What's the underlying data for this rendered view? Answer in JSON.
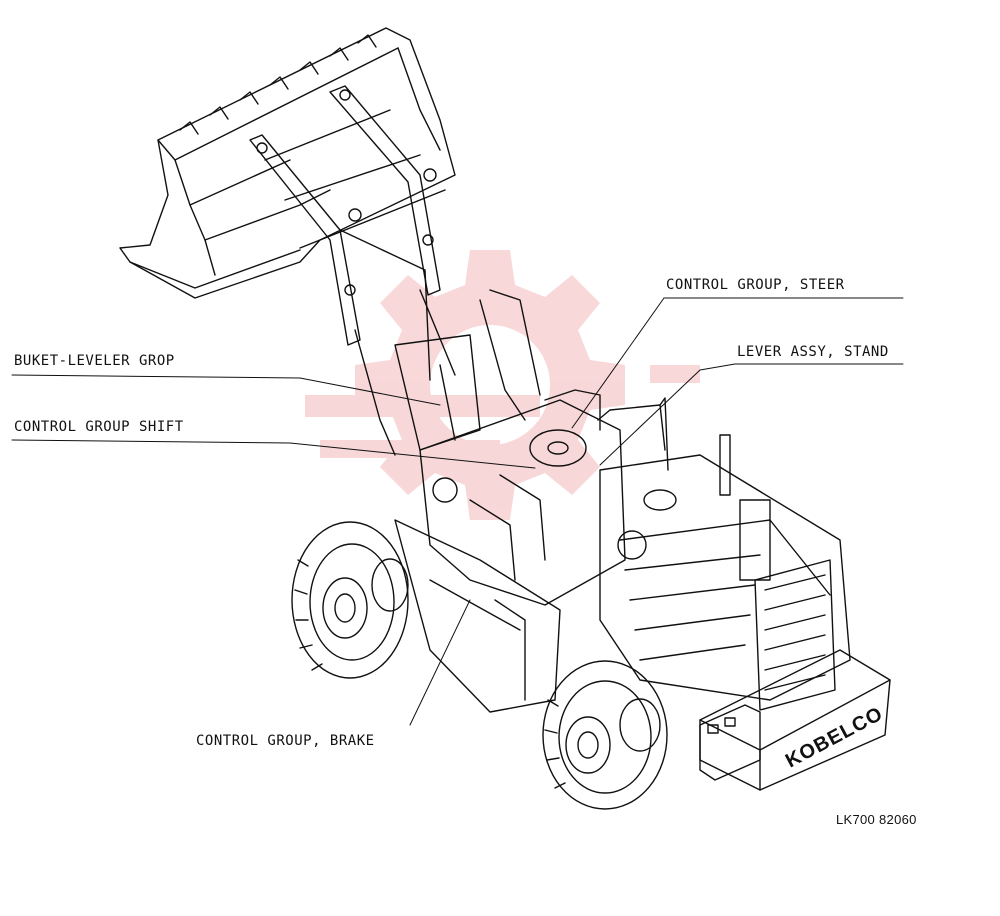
{
  "diagram": {
    "callouts": {
      "steer": "CONTROL GROUP, STEER",
      "lever": "LEVER ASSY, STAND",
      "leveler": "BUKET-LEVELER GROP",
      "shift": "CONTROL GROUP SHIFT",
      "brake": "CONTROL GROUP, BRAKE"
    },
    "reference_code": "LK700 82060",
    "brand_on_machine": "KOBELCO"
  },
  "colors": {
    "line": "#111111",
    "watermark": "#f2b8b8",
    "background": "#ffffff"
  }
}
